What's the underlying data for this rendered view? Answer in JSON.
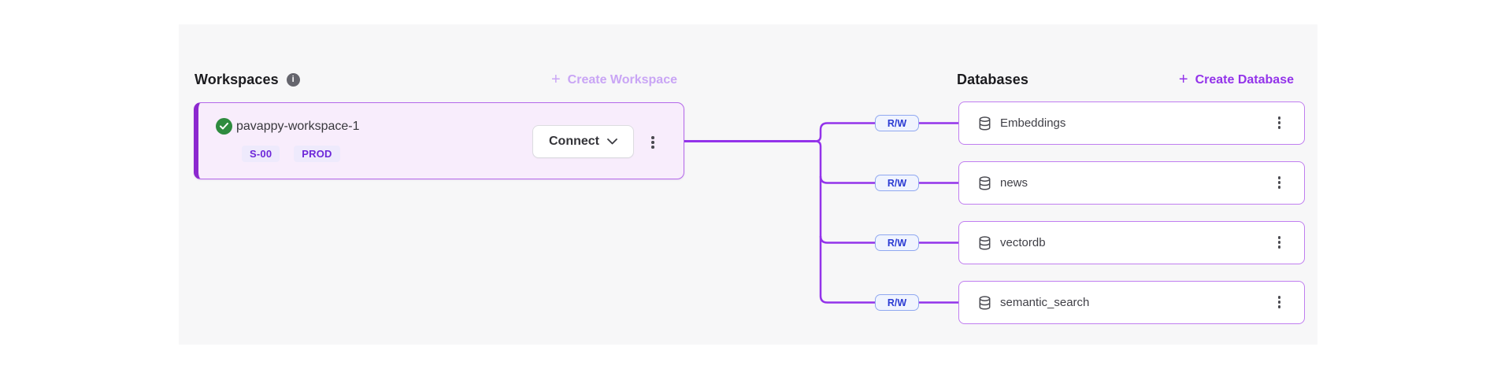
{
  "colors": {
    "accent_purple": "#9333ea",
    "connector_line": "#9333ea",
    "workspace_card_bg": "#f8edfc",
    "workspace_card_border": "#b468ea",
    "workspace_left_strip": "#8c28cf",
    "database_card_border": "#c07ef0",
    "rw_badge_text": "#2c3cd3",
    "rw_badge_border": "#90a8f0",
    "rw_badge_bg": "#f0f4fe",
    "workspace_badge_text": "#6d28d9",
    "workspace_badge_bg": "#eeeafc",
    "status_green": "#2e8b3f",
    "create_workspace_disabled": "#c9a5f5",
    "panel_bg": "#f7f7f8"
  },
  "workspaces": {
    "title": "Workspaces",
    "info_icon": "info-circle",
    "create_button": {
      "icon": "+",
      "label": "Create Workspace"
    },
    "card": {
      "status_icon": "check-circle-green",
      "name": "pavappy-workspace-1",
      "badges": [
        "S-00",
        "PROD"
      ],
      "connect_label": "Connect",
      "connect_icon": "chevron-down",
      "menu_icon": "kebab-vertical"
    }
  },
  "databases": {
    "title": "Databases",
    "create_button": {
      "icon": "+",
      "label": "Create Database"
    },
    "items": [
      {
        "name": "Embeddings",
        "access_label": "R/W",
        "icon": "database",
        "menu_icon": "kebab-vertical"
      },
      {
        "name": "news",
        "access_label": "R/W",
        "icon": "database",
        "menu_icon": "kebab-vertical"
      },
      {
        "name": "vectordb",
        "access_label": "R/W",
        "icon": "database",
        "menu_icon": "kebab-vertical"
      },
      {
        "name": "semantic_search",
        "access_label": "R/W",
        "icon": "database",
        "menu_icon": "kebab-vertical"
      }
    ]
  }
}
